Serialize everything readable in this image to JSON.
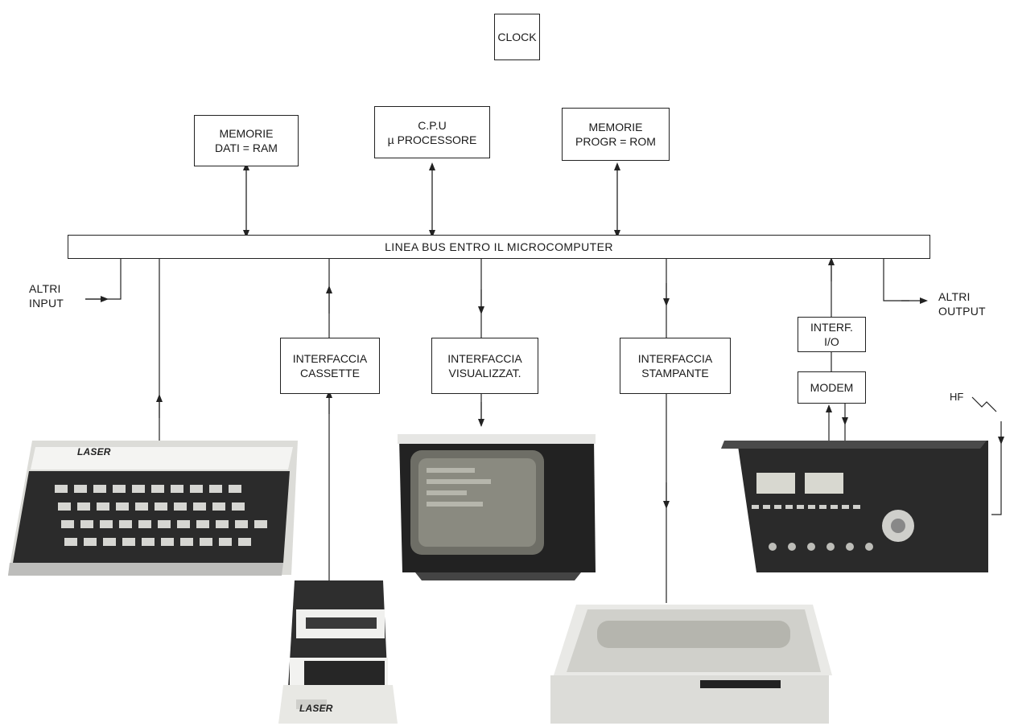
{
  "diagram": {
    "clock": "CLOCK",
    "ram": {
      "line1": "MEMORIE",
      "line2": "DATI = RAM"
    },
    "cpu": {
      "line1": "C.P.U",
      "line2": "µ PROCESSORE"
    },
    "rom": {
      "line1": "MEMORIE",
      "line2": "PROGR = ROM"
    },
    "bus": "LINEA BUS ENTRO IL MICROCOMPUTER",
    "altri_input": {
      "line1": "ALTRI",
      "line2": "INPUT"
    },
    "altri_output": {
      "line1": "ALTRI",
      "line2": "OUTPUT"
    },
    "interfaccia_cassette": {
      "line1": "INTERFACCIA",
      "line2": "CASSETTE"
    },
    "interfaccia_visualizzat": {
      "line1": "INTERFACCIA",
      "line2": "VISUALIZZAT."
    },
    "interfaccia_stampante": {
      "line1": "INTERFACCIA",
      "line2": "STAMPANTE"
    },
    "interf_io": {
      "line1": "INTERF.",
      "line2": "I/O"
    },
    "modem": "MODEM",
    "hf": "HF",
    "keyboard_brand": "LASER",
    "cassette_brand": "LASER"
  },
  "colors": {
    "line": "#222222",
    "device_dark": "#2b2b2b",
    "device_light": "#e8e8e6"
  }
}
